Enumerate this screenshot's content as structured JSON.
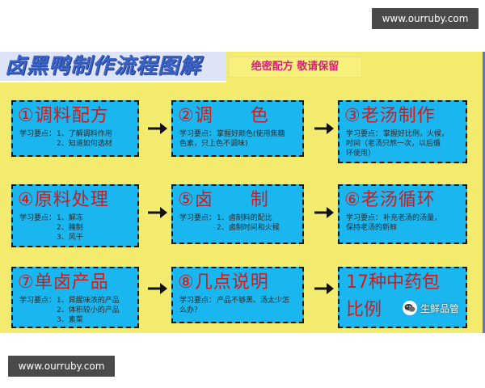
{
  "watermarks": {
    "top": "www.ourruby.com",
    "bottom": "www.ourruby.com"
  },
  "header": {
    "title": "卤黑鸭制作流程图解",
    "badge": "绝密配方  敬请保留"
  },
  "steps": [
    {
      "heading": "①调料配方",
      "notes_label": "学习要点：",
      "notes": [
        "1、了解调料作用",
        "2、知道如何选材"
      ]
    },
    {
      "heading": "②调　　色",
      "notes_label": "学习要点：",
      "notes": [
        "掌握好颜色(使用焦糖",
        "色素，只上色不调味)"
      ]
    },
    {
      "heading": "③老汤制作",
      "notes_label": "学习要点：",
      "notes": [
        "掌握好比例，火候，",
        "时间（老汤只熬一次，以后循",
        "环使用）"
      ]
    },
    {
      "heading": "④原料处理",
      "notes_label": "学习要点：",
      "notes": [
        "1、解冻",
        "2、腌制",
        "3、风干"
      ]
    },
    {
      "heading": "⑤卤　　制",
      "notes_label": "学习要点：",
      "notes": [
        "1、卤制料的配比",
        "2、卤制时间和火候"
      ]
    },
    {
      "heading": "⑥老汤循环",
      "notes_label": "学习要点：",
      "notes": [
        "补充老汤的汤量，",
        "保持老汤的新鲜"
      ]
    },
    {
      "heading": "⑦单卤产品",
      "notes_label": "学习要点：",
      "notes": [
        "1、异腥味浓的产品",
        "2、体积较小的产品",
        "3、素菜"
      ]
    },
    {
      "heading": "⑧几点说明",
      "notes_label": "学习要点：",
      "notes": [
        "产品不够黑、汤太少怎",
        "么办？"
      ]
    },
    {
      "heading": "17种中药包",
      "line2": "比例"
    }
  ],
  "wechat_label": "生鲜品管",
  "icons": {
    "arrow": "right-arrow-icon",
    "wechat": "wechat-icon"
  },
  "colors": {
    "panel": "#f3eb6e",
    "box": "#19b6ef",
    "heading": "#d21a1a",
    "title": "#3b63c7",
    "badge_text": "#d81f7a"
  }
}
